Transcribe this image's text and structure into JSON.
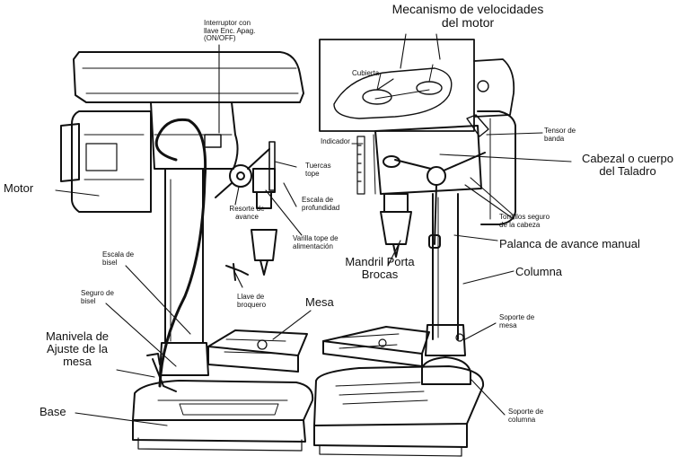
{
  "labels": {
    "interruptor": "Interruptor con\nllave Enc. Apag.\n(ON/OFF)",
    "mecanismo": "Mecanismo de velocidades\ndel motor",
    "cubierta": "Cubierta",
    "indicador": "Indicador",
    "tuercas_tope": "Tuercas\ntope",
    "tensor_banda": "Tensor de\nbanda",
    "cabezal": "Cabezal o cuerpo\ndel Taladro",
    "motor": "Motor",
    "escala_profundidad": "Escala de\nprofundidad",
    "resorte_avance": "Resorte de\navance",
    "varilla_tope": "Varilla tope de\nalimentación",
    "tornillos_seguro": "Tornillos seguro\nde la cabeza",
    "palanca_avance": "Palanca de avance manual",
    "escala_bisel": "Escala de\nbisel",
    "mandril": "Mandril Porta\nBrocas",
    "columna": "Columna",
    "seguro_bisel": "Seguro de\nbisel",
    "llave_broquero": "Llave de\nbroquero",
    "mesa": "Mesa",
    "soporte_mesa": "Soporte de\nmesa",
    "manivela": "Manivela de\nAjuste de la\nmesa",
    "base": "Base",
    "soporte_columna": "Soporte de\ncolumna"
  }
}
